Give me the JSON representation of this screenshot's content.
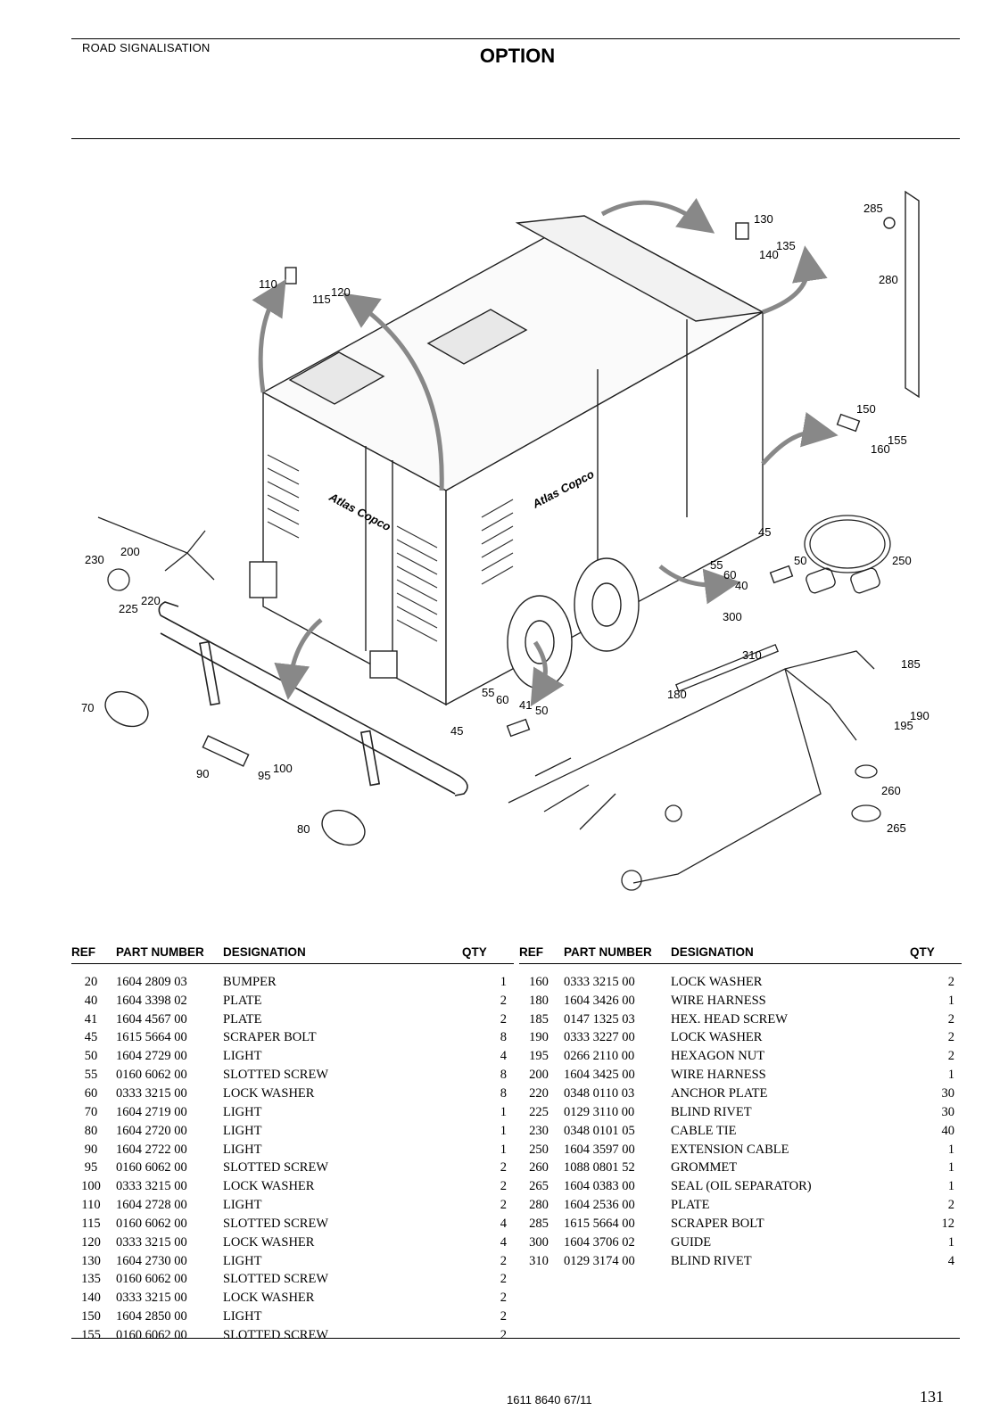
{
  "header": {
    "section": "ROAD SIGNALISATION",
    "title": "OPTION"
  },
  "diagram": {
    "callouts": [
      "130",
      "135",
      "140",
      "285",
      "280",
      "110",
      "115",
      "120",
      "150",
      "155",
      "160",
      "230",
      "200",
      "220",
      "225",
      "45",
      "55",
      "60",
      "40",
      "50",
      "250",
      "300",
      "310",
      "185",
      "190",
      "195",
      "70",
      "180",
      "55",
      "60",
      "41",
      "50",
      "45",
      "90",
      "95",
      "100",
      "260",
      "265",
      "80"
    ],
    "logo_text": "Atlas Copco"
  },
  "table": {
    "headers": {
      "ref": "REF",
      "part_number": "PART NUMBER",
      "designation": "DESIGNATION",
      "qty": "QTY"
    },
    "left": [
      {
        "ref": "20",
        "pn": "1604 2809 03",
        "des": "BUMPER",
        "qty": "1"
      },
      {
        "ref": "40",
        "pn": "1604 3398 02",
        "des": "PLATE",
        "qty": "2"
      },
      {
        "ref": "41",
        "pn": "1604 4567 00",
        "des": "PLATE",
        "qty": "2"
      },
      {
        "ref": "45",
        "pn": "1615 5664 00",
        "des": "SCRAPER BOLT",
        "qty": "8"
      },
      {
        "ref": "50",
        "pn": "1604 2729 00",
        "des": "LIGHT",
        "qty": "4"
      },
      {
        "ref": "55",
        "pn": "0160 6062 00",
        "des": "SLOTTED SCREW",
        "qty": "8"
      },
      {
        "ref": "60",
        "pn": "0333 3215 00",
        "des": "LOCK WASHER",
        "qty": "8"
      },
      {
        "ref": "70",
        "pn": "1604 2719 00",
        "des": "LIGHT",
        "qty": "1"
      },
      {
        "ref": "80",
        "pn": "1604 2720 00",
        "des": "LIGHT",
        "qty": "1"
      },
      {
        "ref": "90",
        "pn": "1604 2722 00",
        "des": "LIGHT",
        "qty": "1"
      },
      {
        "ref": "95",
        "pn": "0160 6062 00",
        "des": "SLOTTED SCREW",
        "qty": "2"
      },
      {
        "ref": "100",
        "pn": "0333 3215 00",
        "des": "LOCK WASHER",
        "qty": "2"
      },
      {
        "ref": "110",
        "pn": "1604 2728 00",
        "des": "LIGHT",
        "qty": "2"
      },
      {
        "ref": "115",
        "pn": "0160 6062 00",
        "des": "SLOTTED SCREW",
        "qty": "4"
      },
      {
        "ref": "120",
        "pn": "0333 3215 00",
        "des": "LOCK WASHER",
        "qty": "4"
      },
      {
        "ref": "130",
        "pn": "1604 2730 00",
        "des": "LIGHT",
        "qty": "2"
      },
      {
        "ref": "135",
        "pn": "0160 6062 00",
        "des": "SLOTTED SCREW",
        "qty": "2"
      },
      {
        "ref": "140",
        "pn": "0333 3215 00",
        "des": "LOCK WASHER",
        "qty": "2"
      },
      {
        "ref": "150",
        "pn": "1604 2850 00",
        "des": "LIGHT",
        "qty": "2"
      },
      {
        "ref": "155",
        "pn": "0160 6062 00",
        "des": "SLOTTED SCREW",
        "qty": "2"
      }
    ],
    "right": [
      {
        "ref": "160",
        "pn": "0333 3215 00",
        "des": "LOCK WASHER",
        "qty": "2"
      },
      {
        "ref": "180",
        "pn": "1604 3426 00",
        "des": "WIRE HARNESS",
        "qty": "1"
      },
      {
        "ref": "185",
        "pn": "0147 1325 03",
        "des": "HEX. HEAD SCREW",
        "qty": "2"
      },
      {
        "ref": "190",
        "pn": "0333 3227 00",
        "des": "LOCK WASHER",
        "qty": "2"
      },
      {
        "ref": "195",
        "pn": "0266 2110 00",
        "des": "HEXAGON NUT",
        "qty": "2"
      },
      {
        "ref": "200",
        "pn": "1604 3425 00",
        "des": "WIRE HARNESS",
        "qty": "1"
      },
      {
        "ref": "220",
        "pn": "0348 0110 03",
        "des": "ANCHOR PLATE",
        "qty": "30"
      },
      {
        "ref": "225",
        "pn": "0129 3110 00",
        "des": "BLIND RIVET",
        "qty": "30"
      },
      {
        "ref": "230",
        "pn": "0348 0101 05",
        "des": "CABLE TIE",
        "qty": "40"
      },
      {
        "ref": "250",
        "pn": "1604 3597 00",
        "des": "EXTENSION CABLE",
        "qty": "1"
      },
      {
        "ref": "260",
        "pn": "1088 0801 52",
        "des": "GROMMET",
        "qty": "1"
      },
      {
        "ref": "265",
        "pn": "1604 0383 00",
        "des": "SEAL (OIL SEPARATOR)",
        "qty": "1"
      },
      {
        "ref": "280",
        "pn": "1604 2536 00",
        "des": "PLATE",
        "qty": "2"
      },
      {
        "ref": "285",
        "pn": "1615 5664 00",
        "des": "SCRAPER BOLT",
        "qty": "12"
      },
      {
        "ref": "300",
        "pn": "1604 3706 02",
        "des": "GUIDE",
        "qty": "1"
      },
      {
        "ref": "310",
        "pn": "0129 3174 00",
        "des": "BLIND RIVET",
        "qty": "4"
      }
    ]
  },
  "footer": {
    "doc_number": "1611 8640 67/11",
    "page_number": "131"
  }
}
